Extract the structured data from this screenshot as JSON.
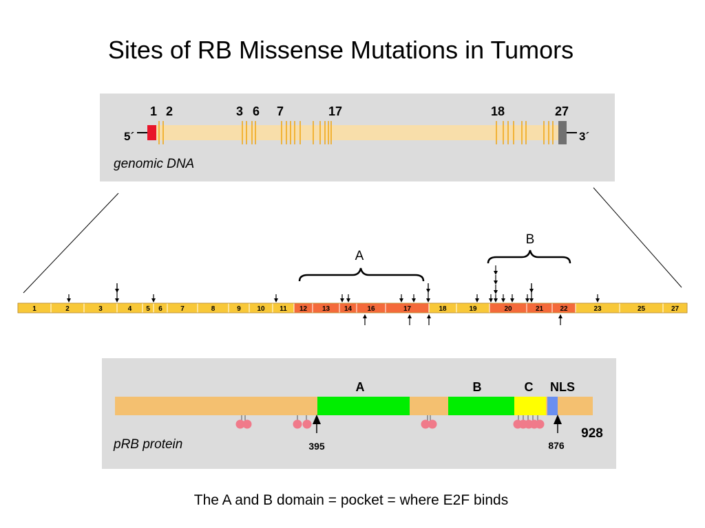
{
  "title": "Sites of RB Missense Mutations in Tumors",
  "caption": "The A and B domain = pocket = where E2F binds",
  "colors": {
    "panel_bg": "#dcdcdc",
    "gene_body": "#f8deaa",
    "exon_line": "#f0a818",
    "first_exon": "#e8152a",
    "last_exon": "#707070",
    "exon_bar": "#f8c838",
    "pocket_exon": "#f46a3a",
    "protein_body": "#f4c070",
    "domain_green": "#00ee00",
    "domain_yellow": "#ffff00",
    "nls_blue": "#6a8ff0",
    "mutation_dot": "#f07a8a"
  },
  "genomic": {
    "label": "genomic DNA",
    "five_prime": "5´",
    "three_prime": "3´",
    "exon_labels": [
      "1",
      "2",
      "3",
      "6",
      "7",
      "17",
      "18",
      "27"
    ]
  },
  "exon_bar": {
    "exons": [
      "1",
      "2",
      "3",
      "4",
      "5",
      "6",
      "7",
      "8",
      "9",
      "10",
      "11",
      "12",
      "13",
      "14",
      "16",
      "17",
      "18",
      "19",
      "20",
      "21",
      "22",
      "23",
      "25",
      "27"
    ],
    "pocket_exons": [
      "12",
      "13",
      "14",
      "16",
      "17",
      "20",
      "21",
      "22"
    ],
    "brace_a": "A",
    "brace_b": "B"
  },
  "protein": {
    "label": "pRB protein",
    "domains": [
      "A",
      "B",
      "C",
      "NLS"
    ],
    "length": "928",
    "marker_left": "395",
    "marker_right": "876"
  }
}
